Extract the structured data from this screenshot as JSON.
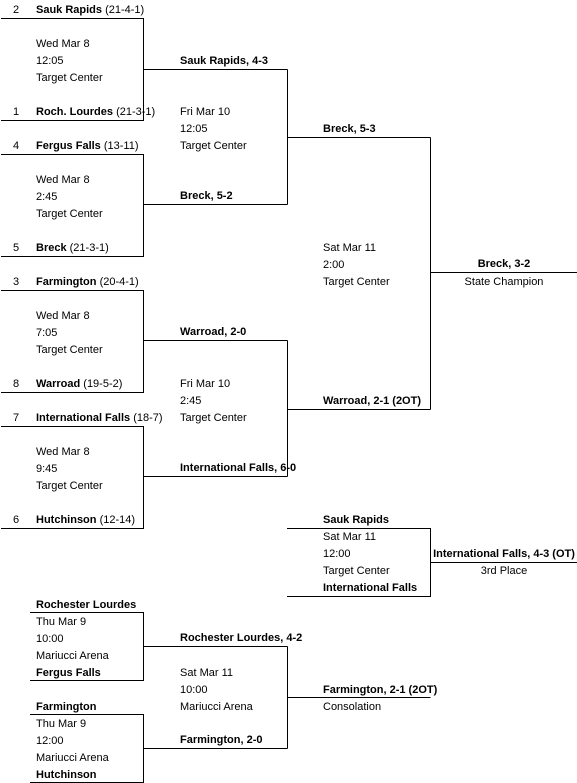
{
  "qf": [
    {
      "top": {
        "seed": "2",
        "team": "Sauk Rapids",
        "record": "(21-4-1)"
      },
      "day": "Wed Mar 8",
      "time": "12:05",
      "venue": "Target Center",
      "bottom": {
        "seed": "1",
        "team": "Roch. Lourdes",
        "record": "(21-3-1)"
      },
      "winner": "Sauk Rapids, 4-3"
    },
    {
      "top": {
        "seed": "4",
        "team": "Fergus Falls",
        "record": "(13-11)"
      },
      "day": "Wed Mar 8",
      "time": "2:45",
      "venue": "Target Center",
      "bottom": {
        "seed": "5",
        "team": "Breck",
        "record": "(21-3-1)"
      },
      "winner": "Breck, 5-2"
    },
    {
      "top": {
        "seed": "3",
        "team": "Farmington",
        "record": "(20-4-1)"
      },
      "day": "Wed Mar 8",
      "time": "7:05",
      "venue": "Target Center",
      "bottom": {
        "seed": "8",
        "team": "Warroad",
        "record": "(19-5-2)"
      },
      "winner": "Warroad, 2-0"
    },
    {
      "top": {
        "seed": "7",
        "team": "International Falls",
        "record": "(18-7)"
      },
      "day": "Wed Mar 8",
      "time": "9:45",
      "venue": "Target Center",
      "bottom": {
        "seed": "6",
        "team": "Hutchinson",
        "record": "(12-14)"
      },
      "winner": "International Falls, 6-0"
    }
  ],
  "sf": [
    {
      "day": "Fri Mar 10",
      "time": "12:05",
      "venue": "Target Center",
      "winner": "Breck, 5-3"
    },
    {
      "day": "Fri Mar 10",
      "time": "2:45",
      "venue": "Target Center",
      "winner": "Warroad, 2-1 (2OT)"
    }
  ],
  "final": {
    "day": "Sat Mar 11",
    "time": "2:00",
    "venue": "Target Center",
    "winner": "Breck, 3-2",
    "label": "State Champion"
  },
  "third": {
    "top": "Sauk Rapids",
    "day": "Sat Mar 11",
    "time": "12:00",
    "venue": "Target Center",
    "bottom": "International Falls",
    "winner": "International Falls, 4-3 (OT)",
    "label": "3rd Place"
  },
  "cons": [
    {
      "top": "Rochester Lourdes",
      "day": "Thu Mar 9",
      "time": "10:00",
      "venue": "Mariucci Arena",
      "bottom": "Fergus Falls",
      "winner": "Rochester Lourdes, 4-2"
    },
    {
      "top": "Farmington",
      "day": "Thu Mar 9",
      "time": "12:00",
      "venue": "Mariucci Arena",
      "bottom": "Hutchinson",
      "winner": "Farmington, 2-0"
    }
  ],
  "cons_final": {
    "day": "Sat Mar 11",
    "time": "10:00",
    "venue": "Mariucci Arena",
    "winner": "Farmington, 2-1 (2OT)",
    "label": "Consolation"
  }
}
